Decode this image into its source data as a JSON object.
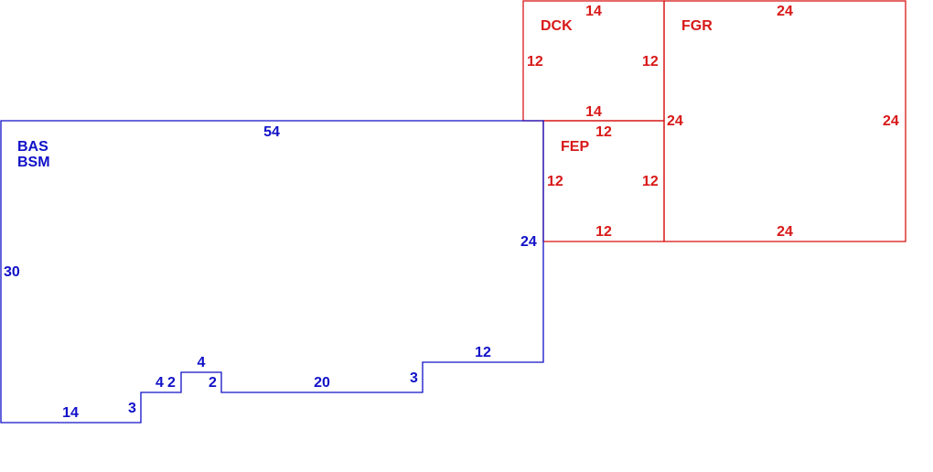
{
  "colors": {
    "main": "#1010c8",
    "secondary": "#d81818"
  },
  "areas": {
    "bas": {
      "label": "BAS",
      "label2": "BSM"
    },
    "dck": {
      "label": "DCK"
    },
    "fgr": {
      "label": "FGR"
    },
    "fep": {
      "label": "FEP"
    }
  },
  "dimensions": {
    "bas_top": "54",
    "bas_left": "30",
    "bas_right": "24",
    "bas_bottom_14": "14",
    "bas_step_3a": "3",
    "bas_4a": "4",
    "bas_2a": "2",
    "bas_4b": "4",
    "bas_2b": "2",
    "bas_20": "20",
    "bas_step_3b": "3",
    "bas_12": "12",
    "dck_top": "14",
    "dck_left": "12",
    "dck_right": "12",
    "dck_bottom": "14",
    "fgr_top": "24",
    "fgr_left": "24",
    "fgr_right": "24",
    "fgr_bottom": "24",
    "fep_top": "12",
    "fep_left": "12",
    "fep_right": "12",
    "fep_bottom": "12"
  }
}
